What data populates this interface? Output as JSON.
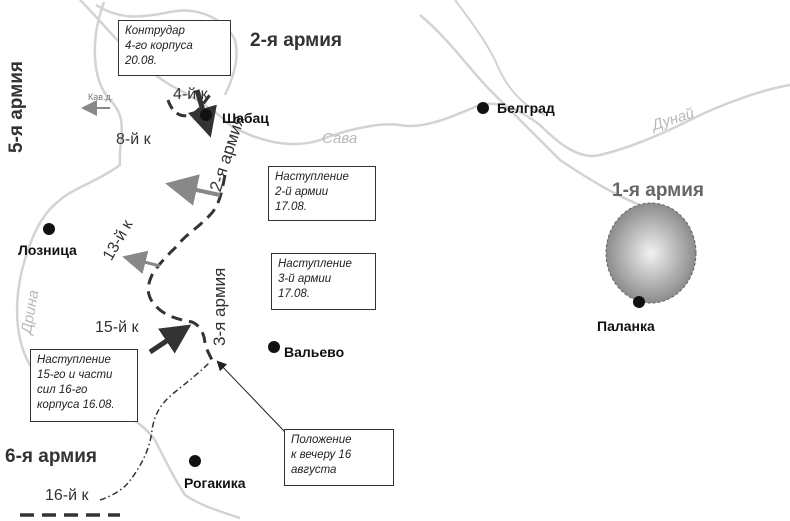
{
  "armies": {
    "army2": "2-я армия",
    "army5": "5-я армия",
    "army1": "1-я армия",
    "army6": "6-я армия",
    "army2_front": "2-я армия",
    "army3_front": "3-я армия"
  },
  "corps": {
    "c4": "4-й к",
    "c8": "8-й к",
    "c13": "13-й к",
    "c15": "15-й к",
    "c16": "16-й к",
    "cav": "Кав.д."
  },
  "cities": {
    "shabac": "Шабац",
    "belgrad": "Белград",
    "loznica": "Лозница",
    "valevo": "Вальево",
    "palanka": "Паланка",
    "rogakika": "Рогакика"
  },
  "rivers": {
    "sava": "Сава",
    "dunai": "Дунай",
    "drina": "Дрина"
  },
  "notes": {
    "counterattack": [
      "Контрудар",
      "4-го корпуса",
      "20.08."
    ],
    "army2_advance": [
      "Наступление",
      "2-й армии",
      "17.08."
    ],
    "army3_advance": [
      "Наступление",
      "3-й армии",
      "17.08."
    ],
    "corps15_advance": [
      "Наступление",
      "15-го и части",
      "сил 16-го",
      "корпуса 16.08."
    ],
    "position": [
      "Положение",
      "к вечеру 16",
      "августа"
    ]
  }
}
